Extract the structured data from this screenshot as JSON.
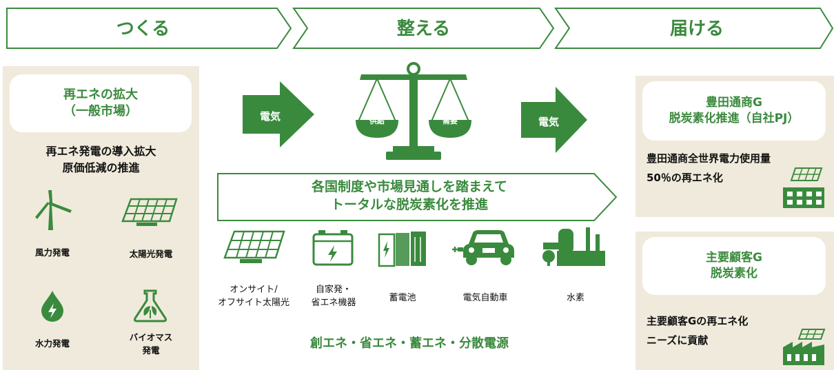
{
  "header": {
    "steps": [
      {
        "label": "つくる"
      },
      {
        "label": "整える"
      },
      {
        "label": "届ける"
      }
    ]
  },
  "left": {
    "title_line1": "再エネの拡大",
    "title_line2": "（一般市場）",
    "subtitle_line1": "再エネ発電の導入拡大",
    "subtitle_line2": "原価低減の推進",
    "items": [
      {
        "label": "風力発電",
        "icon": "wind-turbine-icon"
      },
      {
        "label": "太陽光発電",
        "icon": "solar-panel-icon"
      },
      {
        "label": "水力発電",
        "icon": "water-drop-icon"
      },
      {
        "label_line1": "バイオマス",
        "label_line2": "発電",
        "icon": "biomass-flask-icon"
      }
    ]
  },
  "middle": {
    "arrow_left_label": "電気",
    "arrow_right_label": "電気",
    "scale_left": "供給",
    "scale_right": "需要",
    "banner_line1": "各国制度や市場見通しを踏まえて",
    "banner_line2": "トータルな脱炭素化を推進",
    "devices": [
      {
        "label_line1": "オンサイト/",
        "label_line2": "オフサイト太陽光",
        "icon": "solar-panel-icon"
      },
      {
        "label_line1": "自家発・",
        "label_line2": "省エネ機器",
        "icon": "battery-icon"
      },
      {
        "label_line1": "蓄電池",
        "label_line2": "",
        "icon": "storage-battery-icon"
      },
      {
        "label_line1": "電気自動車",
        "label_line2": "",
        "icon": "electric-car-icon"
      },
      {
        "label_line1": "水素",
        "label_line2": "",
        "icon": "hydrogen-plant-icon"
      }
    ],
    "footer": "創エネ・省エネ・蓄エネ・分散電源"
  },
  "right": {
    "top": {
      "title_line1": "豊田通商G",
      "title_line2": "脱炭素化推進（自社PJ）",
      "text_line1": "豊田通商全世界電力使用量",
      "text_line2": "50％の再エネ化"
    },
    "bottom": {
      "title_line1": "主要顧客G",
      "title_line2": "脱炭素化",
      "text_line1": "主要顧客Gの再エネ化",
      "text_line2": "ニーズに貢献"
    }
  },
  "colors": {
    "green": "#3a8a3d",
    "panel_beige": "#efeadb"
  }
}
